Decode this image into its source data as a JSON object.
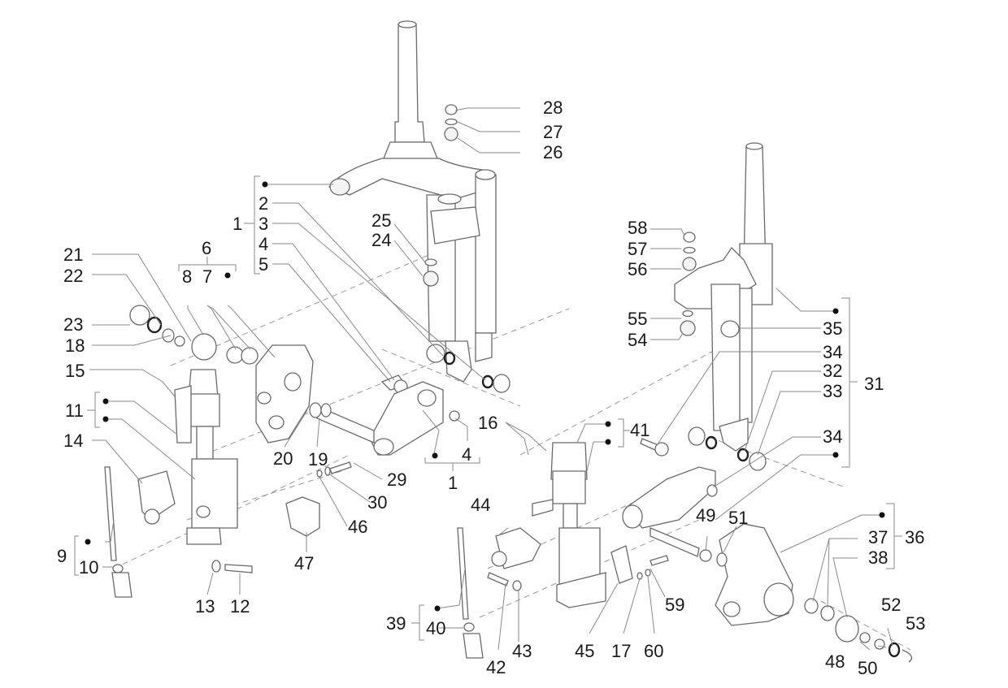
{
  "diagram": {
    "title": "Front suspension / fork exploded parts diagram",
    "callouts": [
      {
        "id": "c1a",
        "text": "1"
      },
      {
        "id": "c2",
        "text": "2"
      },
      {
        "id": "c3",
        "text": "3"
      },
      {
        "id": "c4a",
        "text": "4"
      },
      {
        "id": "c5",
        "text": "5"
      },
      {
        "id": "c6",
        "text": "6"
      },
      {
        "id": "c7",
        "text": "7"
      },
      {
        "id": "c8",
        "text": "8"
      },
      {
        "id": "c9",
        "text": "9"
      },
      {
        "id": "c10",
        "text": "10"
      },
      {
        "id": "c11",
        "text": "11"
      },
      {
        "id": "c12",
        "text": "12"
      },
      {
        "id": "c13",
        "text": "13"
      },
      {
        "id": "c14",
        "text": "14"
      },
      {
        "id": "c15",
        "text": "15"
      },
      {
        "id": "c16",
        "text": "16"
      },
      {
        "id": "c17",
        "text": "17"
      },
      {
        "id": "c18",
        "text": "18"
      },
      {
        "id": "c19",
        "text": "19"
      },
      {
        "id": "c20",
        "text": "20"
      },
      {
        "id": "c21",
        "text": "21"
      },
      {
        "id": "c22",
        "text": "22"
      },
      {
        "id": "c23",
        "text": "23"
      },
      {
        "id": "c24",
        "text": "24"
      },
      {
        "id": "c25",
        "text": "25"
      },
      {
        "id": "c26",
        "text": "26"
      },
      {
        "id": "c27",
        "text": "27"
      },
      {
        "id": "c28",
        "text": "28"
      },
      {
        "id": "c29",
        "text": "29"
      },
      {
        "id": "c30",
        "text": "30"
      },
      {
        "id": "c31",
        "text": "31"
      },
      {
        "id": "c32",
        "text": "32"
      },
      {
        "id": "c33",
        "text": "33"
      },
      {
        "id": "c34a",
        "text": "34"
      },
      {
        "id": "c34b",
        "text": "34"
      },
      {
        "id": "c35",
        "text": "35"
      },
      {
        "id": "c36",
        "text": "36"
      },
      {
        "id": "c37",
        "text": "37"
      },
      {
        "id": "c38",
        "text": "38"
      },
      {
        "id": "c39",
        "text": "39"
      },
      {
        "id": "c40",
        "text": "40"
      },
      {
        "id": "c41",
        "text": "41"
      },
      {
        "id": "c42",
        "text": "42"
      },
      {
        "id": "c43",
        "text": "43"
      },
      {
        "id": "c44",
        "text": "44"
      },
      {
        "id": "c45",
        "text": "45"
      },
      {
        "id": "c46",
        "text": "46"
      },
      {
        "id": "c47",
        "text": "47"
      },
      {
        "id": "c48",
        "text": "48"
      },
      {
        "id": "c49",
        "text": "49"
      },
      {
        "id": "c50",
        "text": "50"
      },
      {
        "id": "c51",
        "text": "51"
      },
      {
        "id": "c52",
        "text": "52"
      },
      {
        "id": "c53",
        "text": "53"
      },
      {
        "id": "c54",
        "text": "54"
      },
      {
        "id": "c55",
        "text": "55"
      },
      {
        "id": "c56",
        "text": "56"
      },
      {
        "id": "c57",
        "text": "57"
      },
      {
        "id": "c58",
        "text": "58"
      },
      {
        "id": "c59",
        "text": "59"
      },
      {
        "id": "c60",
        "text": "60"
      },
      {
        "id": "c1b",
        "text": "1"
      },
      {
        "id": "c4b",
        "text": "4"
      }
    ]
  }
}
